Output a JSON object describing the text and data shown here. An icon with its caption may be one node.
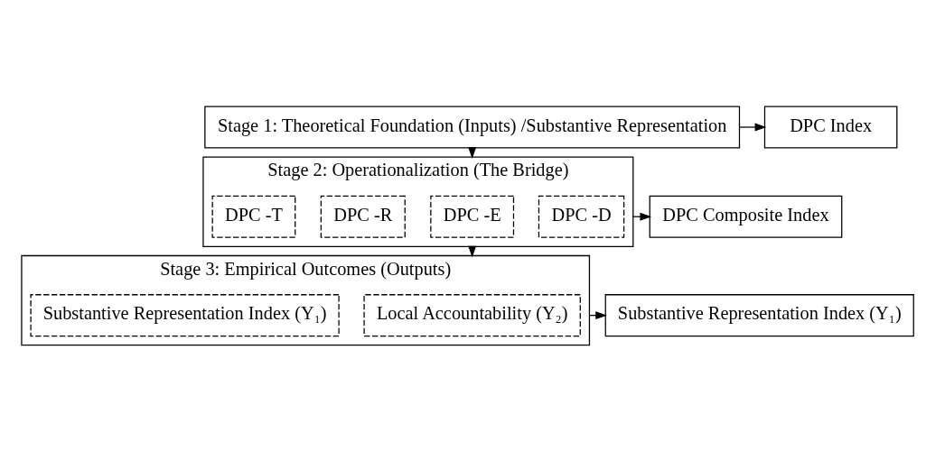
{
  "diagram": {
    "nodes": [
      {
        "text": [
          "Stage 1: Theoretical Foundation (Inputs) /Substantive Representation"
        ]
      },
      {
        "text": [
          "DPC Index"
        ]
      },
      {
        "text": [
          "Stage 2: Operationalization (The Bridge)"
        ]
      },
      {
        "text": [
          "DPC -T"
        ],
        "in": 2
      },
      {
        "text": [
          "DPC -R"
        ],
        "in": 2
      },
      {
        "text": [
          "DPC -E"
        ],
        "in": 2
      },
      {
        "text": [
          "DPC -D"
        ],
        "in": 2
      },
      {
        "text": [
          "DPC Composite Index"
        ]
      },
      {
        "text": [
          "Stage 3: Empirical Outcomes (Outputs)"
        ]
      },
      {
        "text": [
          "Substantive Representation Index (Y₁)"
        ],
        "in": 8
      },
      {
        "text": [
          "Local Accountability (Y₂)"
        ],
        "in": 8
      },
      {
        "text": [
          "Substantive Representation Index (Y₁)"
        ]
      }
    ],
    "edges": [
      {
        "from": 0,
        "to": 1,
        "arrow": "to"
      },
      {
        "from": 0,
        "to": 2,
        "arrow": "to"
      },
      {
        "from": 2,
        "to": 7,
        "arrow": "to"
      },
      {
        "from": 2,
        "to": 8,
        "arrow": "to"
      },
      {
        "from": 8,
        "to": 11,
        "arrow": "to"
      }
    ]
  }
}
